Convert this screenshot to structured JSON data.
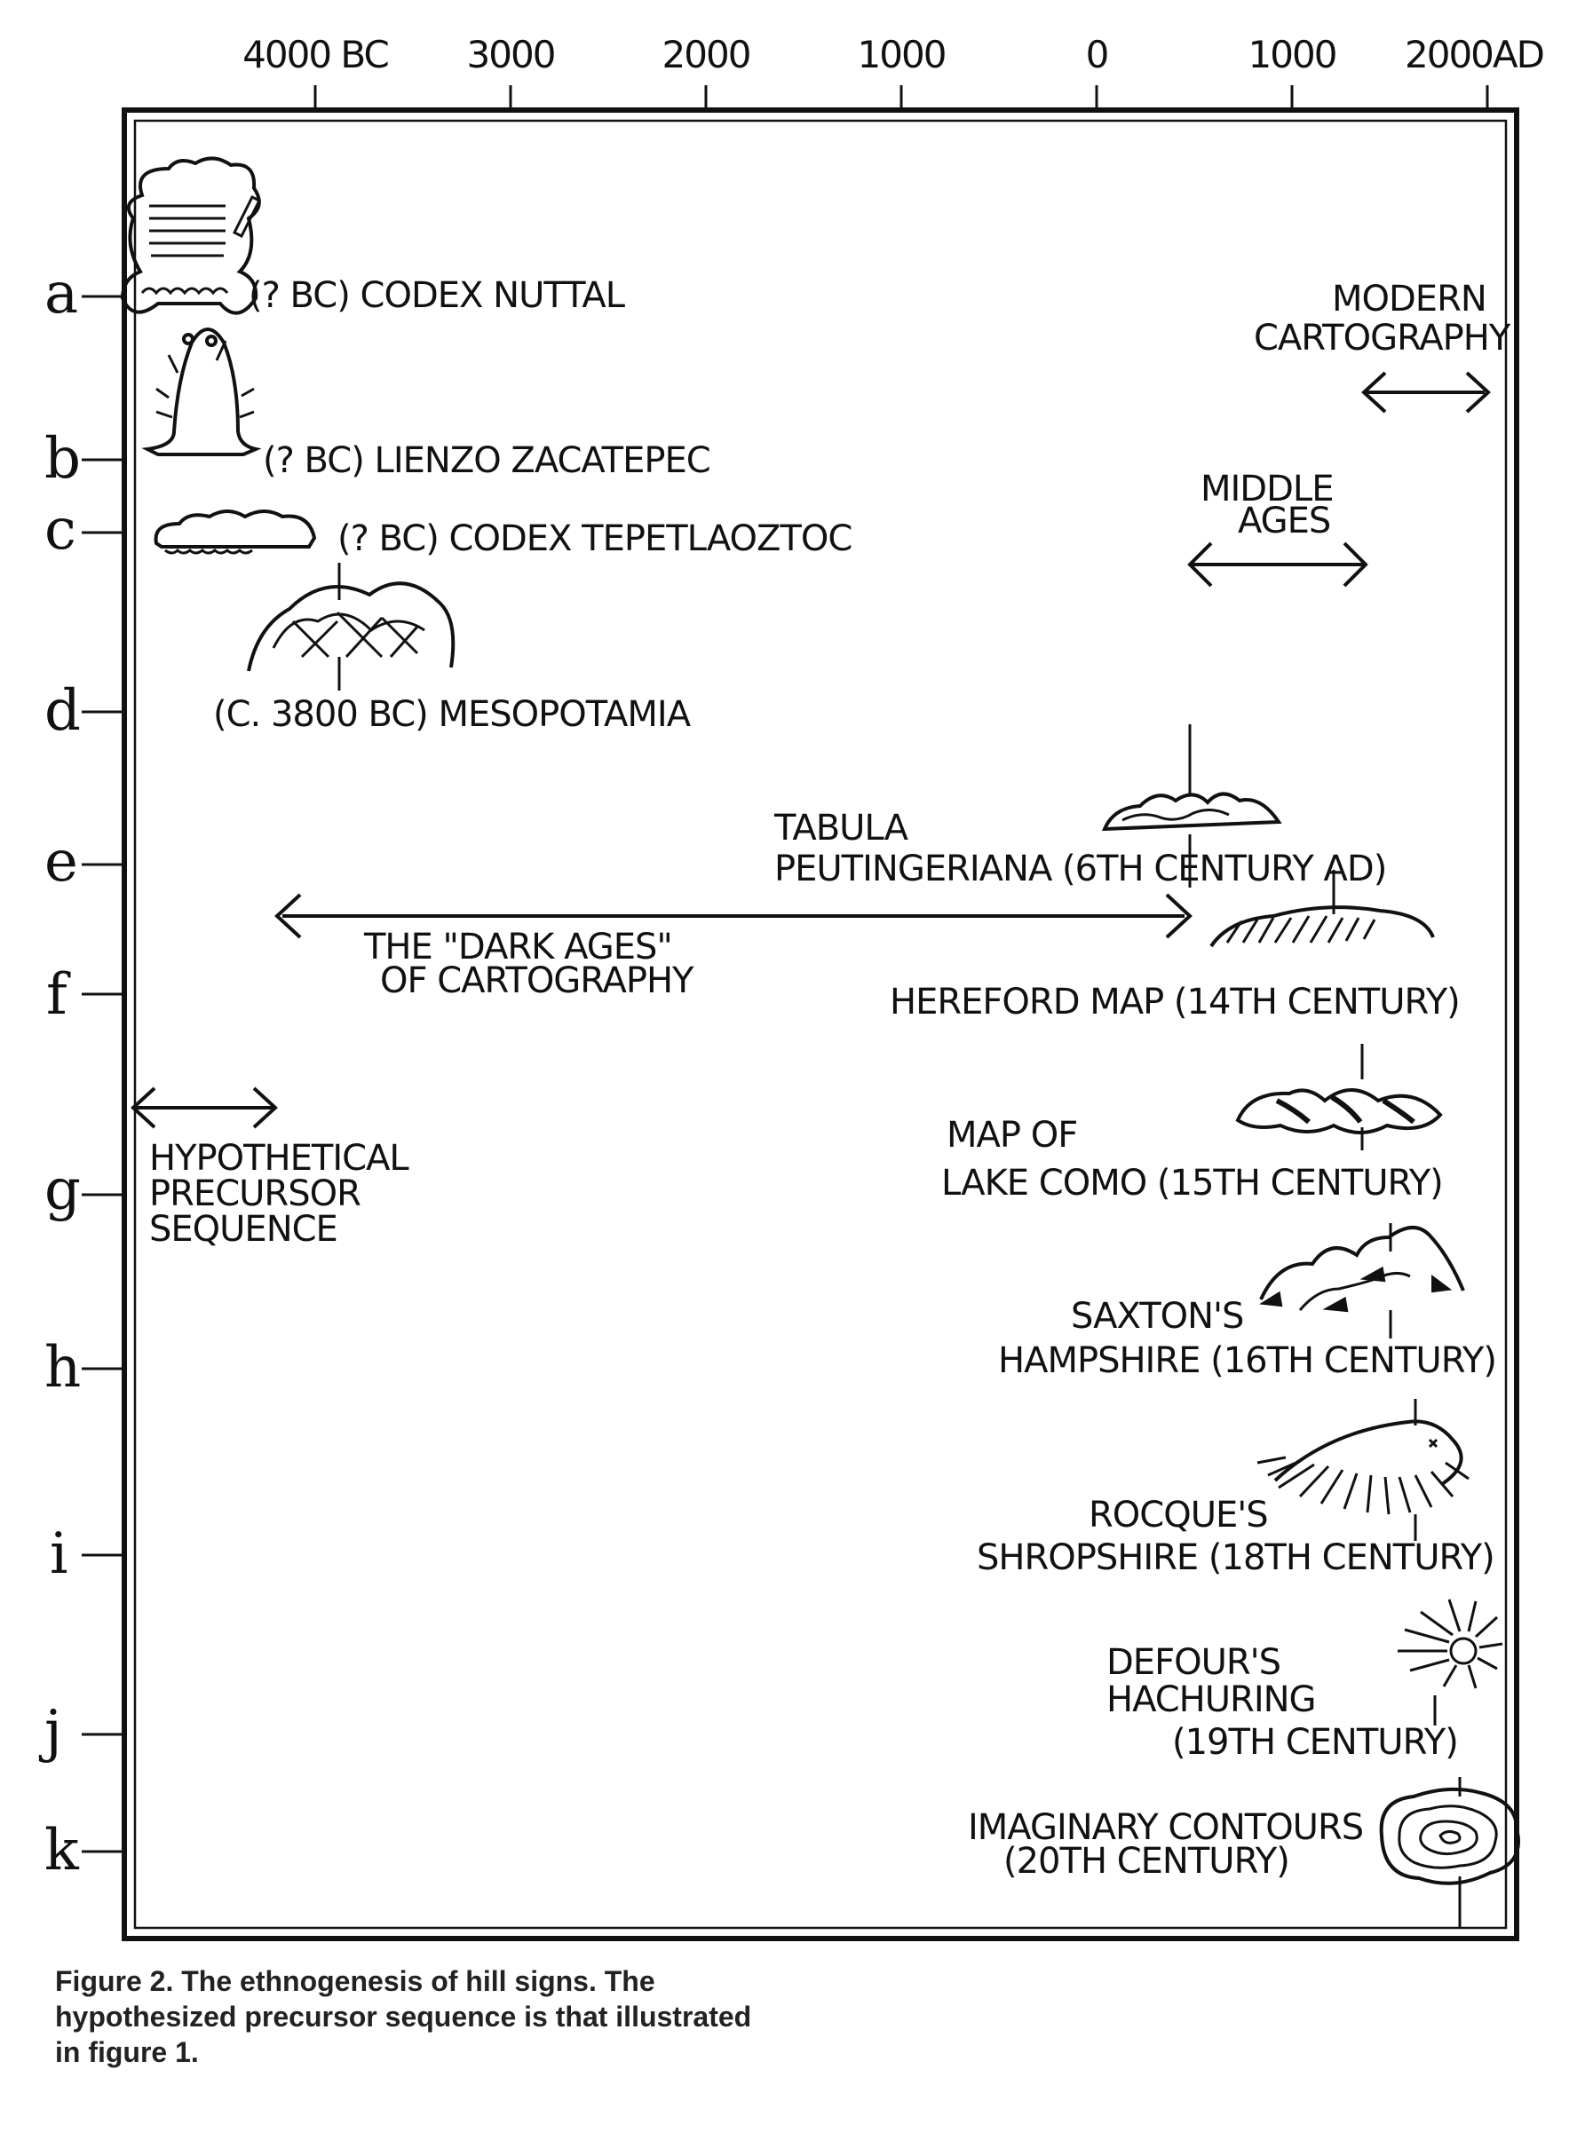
{
  "axis": {
    "ticks": [
      "4000 BC",
      "3000",
      "2000",
      "1000",
      "0",
      "1000",
      "2000AD"
    ]
  },
  "rows": [
    "a",
    "b",
    "c",
    "d",
    "e",
    "f",
    "g",
    "h",
    "i",
    "j",
    "k"
  ],
  "labels": {
    "codex_nuttal": "(? BC) CODEX NUTTAL",
    "lienzo": "(? BC) LIENZO ZACATEPEC",
    "tepetlaoztoc": "(? BC) CODEX TEPETLAOZTOC",
    "mesopotamia": "(C. 3800 BC) MESOPOTAMIA",
    "tabula_1": "TABULA",
    "tabula_2": "PEUTINGERIANA  (6TH CENTURY AD)",
    "hereford": "HEREFORD MAP (14TH CENTURY)",
    "como_1": "MAP OF",
    "como_2": "LAKE COMO (15TH CENTURY)",
    "saxton_1": "SAXTON'S",
    "saxton_2": "HAMPSHIRE (16TH CENTURY)",
    "rocque_1": "ROCQUE'S",
    "rocque_2": "SHROPSHIRE (18TH CENTURY)",
    "dufour_1": "DEFOUR'S",
    "dufour_2": "HACHURING",
    "dufour_3": "(19TH CENTURY)",
    "contours_1": "IMAGINARY CONTOURS",
    "contours_2": "(20TH CENTURY)",
    "modern_1": "MODERN",
    "modern_2": "CARTOGRAPHY",
    "middle_1": "MIDDLE",
    "middle_2": "AGES",
    "dark_1": "THE \"DARK AGES\"",
    "dark_2": "OF CARTOGRAPHY",
    "hypo_1": "HYPOTHETICAL",
    "hypo_2": "PRECURSOR",
    "hypo_3": "SEQUENCE"
  },
  "caption": {
    "line1": "Figure 2. The ethnogenesis of hill signs. The",
    "line2": "hypothesized precursor sequence is that illustrated",
    "line3": "in figure 1."
  }
}
